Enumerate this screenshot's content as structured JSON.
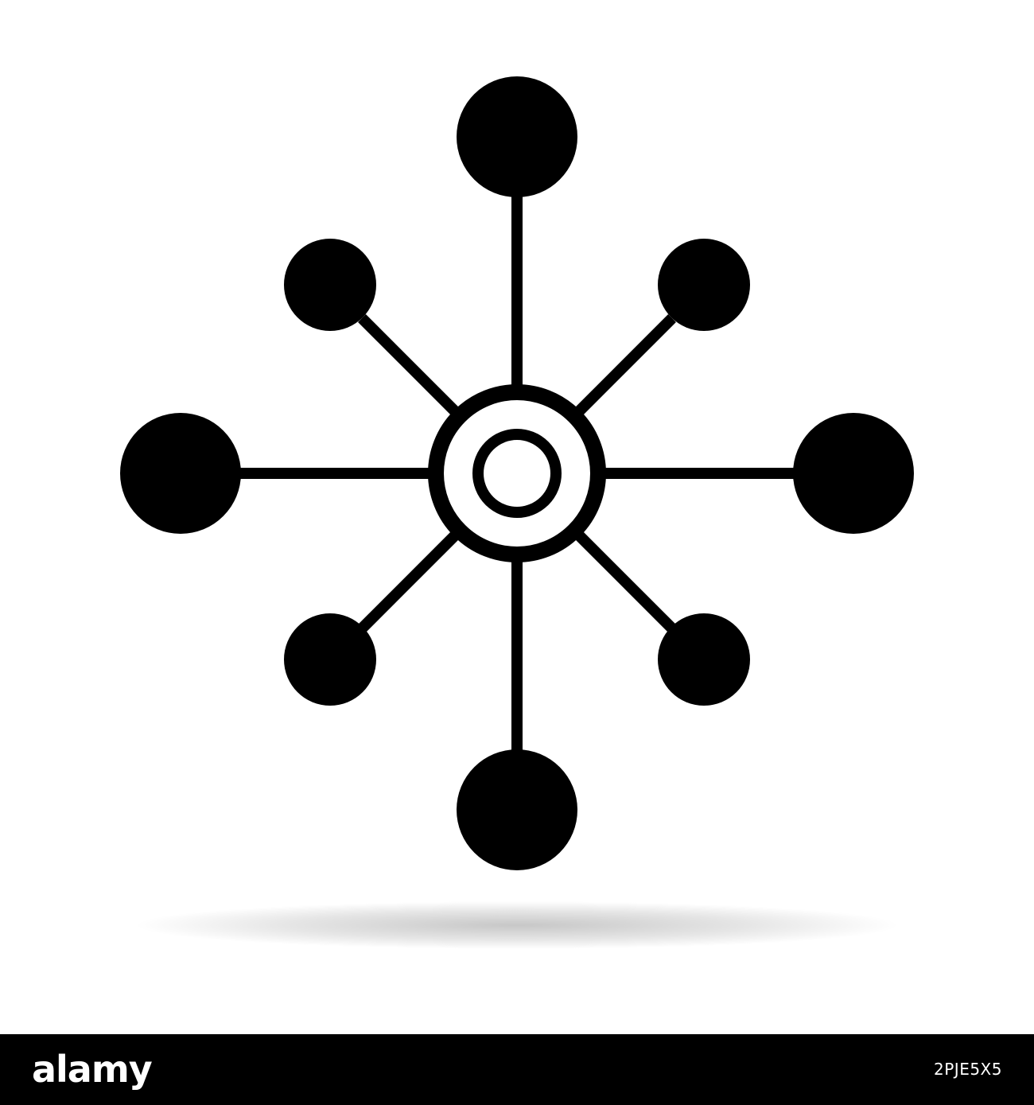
{
  "icon": {
    "name": "network-hub-icon",
    "color": "#000000",
    "background": "#ffffff",
    "outer_nodes": 8
  },
  "watermark": {
    "brand": "alamy",
    "image_id": "2PJE5X5",
    "bar_color": "#000000",
    "text_color": "#ffffff"
  }
}
